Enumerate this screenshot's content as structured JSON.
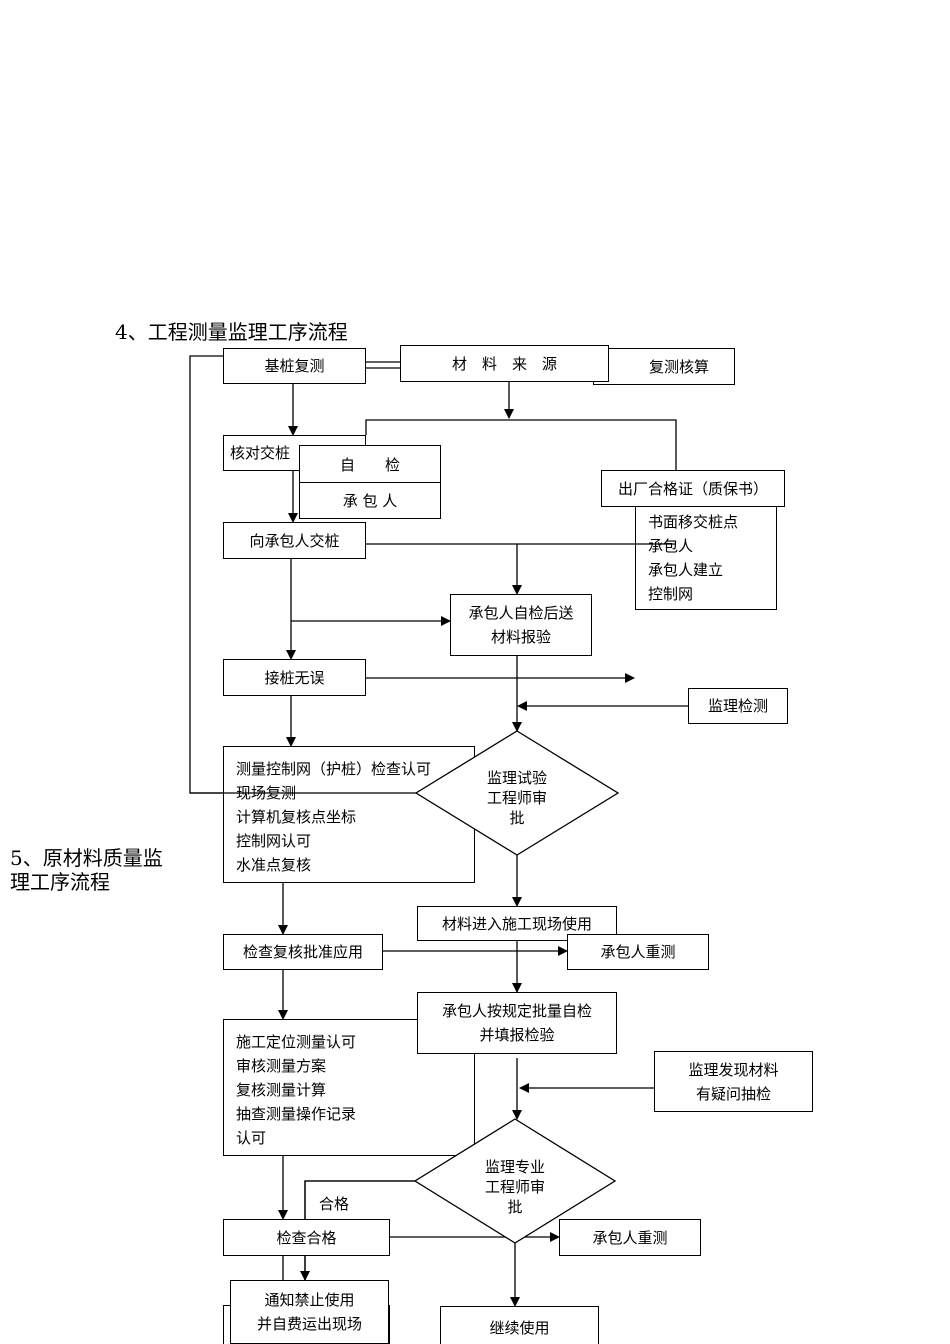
{
  "heading4": "4、工程测量监理工序流程",
  "heading5": "5、原材料质量监理工序流程",
  "survey": {
    "base_pile": "基桩复测",
    "recheck_calc": "复测核算",
    "verify": "核对交桩",
    "handover": "向承包人交桩",
    "hidden_lines": [
      "书面移交桩点",
      "承包人",
      "承包人建立",
      "控制网"
    ],
    "pile_ok": "接桩无误",
    "control_box": [
      "测量控制网（护桩）检查认可",
      "现场复测",
      "计算机复核点坐标",
      "控制网认可",
      "水准点复核"
    ],
    "check_approve": "检查复核批准应用",
    "retest1": "承包人重测",
    "construction_box": [
      "施工定位测量认可",
      "审核测量方案",
      "复核测量计算",
      "抽查测量操作记录",
      "认可"
    ],
    "check_ok": "检查合格",
    "retest2": "承包人重测"
  },
  "material": {
    "source": "材　料　来　源",
    "self_check": "自　　检",
    "contractor": "承 包 人",
    "certificate": "出厂合格证（质保书）",
    "send": [
      "承包人自检后送",
      "材料报验"
    ],
    "sup_test": "监理检测",
    "diamond1": [
      "监理试验",
      "工程师审",
      "批"
    ],
    "enter": "材料进入施工现场使用",
    "batch": [
      "承包人按规定批量自检",
      "并填报检验"
    ],
    "doubt": [
      "监理发现材料",
      "有疑问抽检"
    ],
    "diamond2": [
      "监理专业",
      "工程师审",
      "批"
    ],
    "pass": "合格",
    "forbid": [
      "通知禁止使用",
      "并自费运出现场"
    ],
    "continue": "继续使用"
  }
}
